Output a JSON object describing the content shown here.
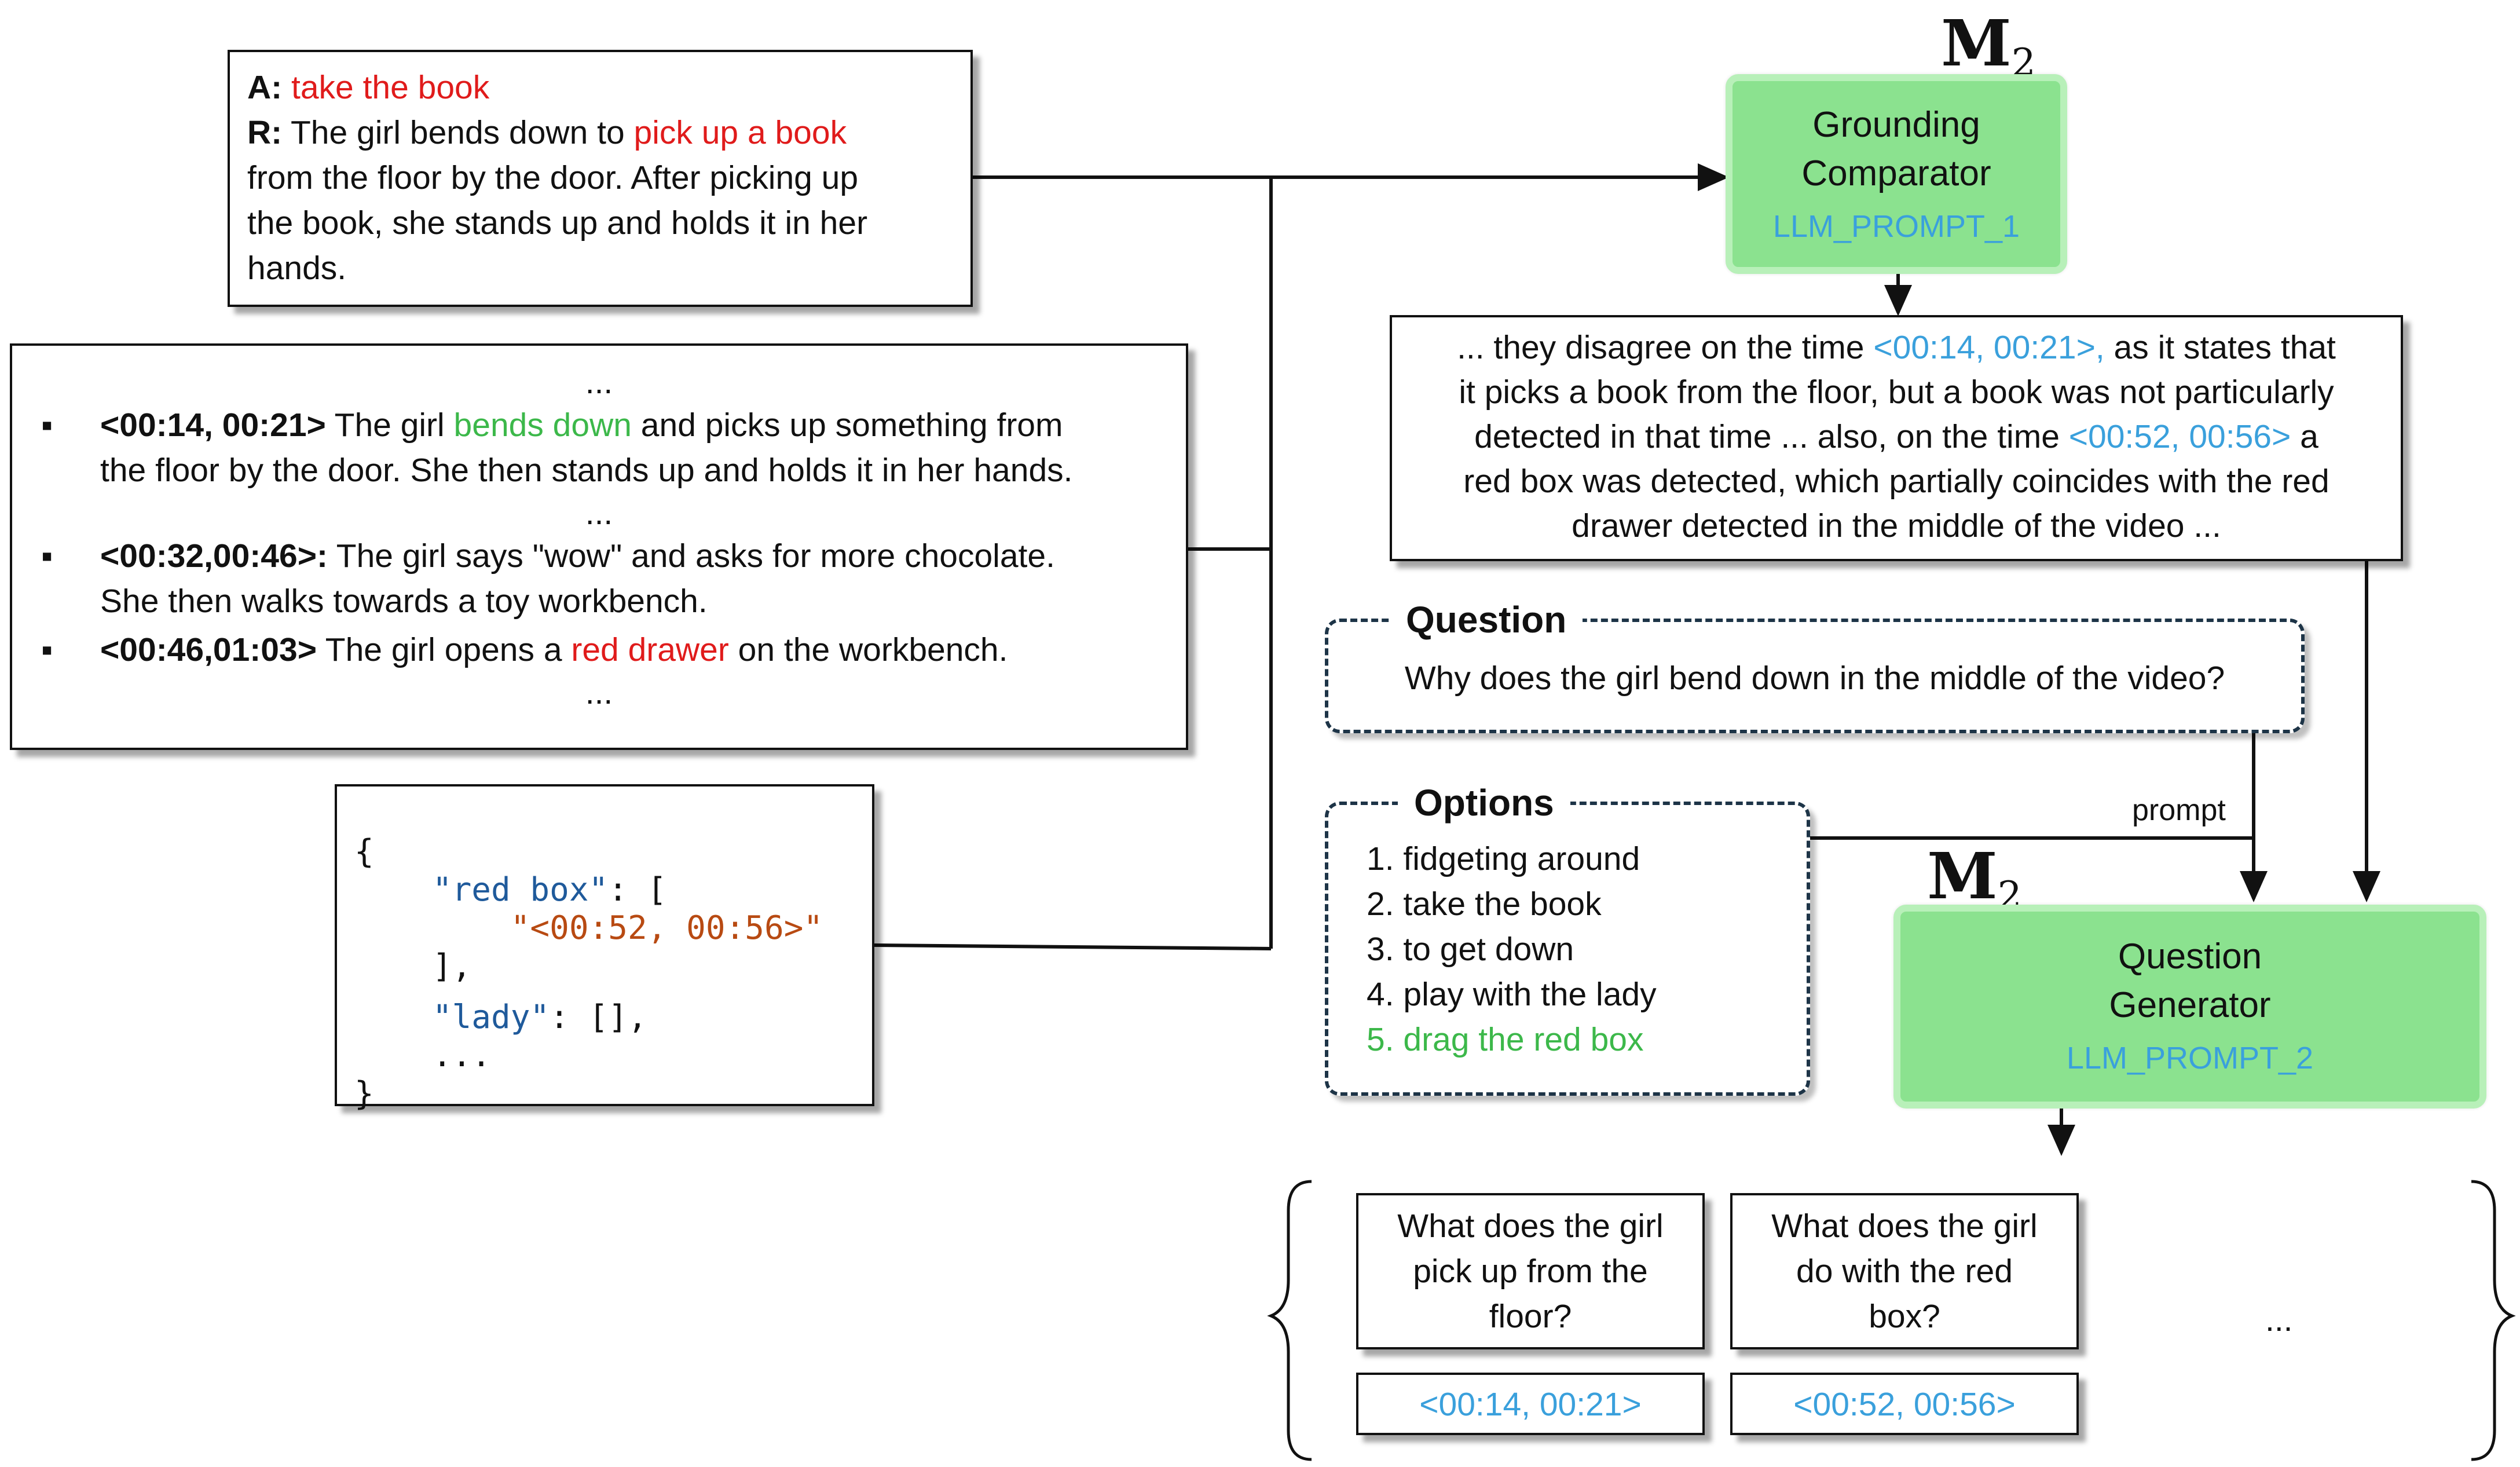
{
  "answer_box": {
    "a_label": "A:",
    "a_text": "take the book",
    "r_label": "R:",
    "r_pre": "The girl bends down to ",
    "r_highlight": "pick up a book",
    "r_line2": "from the floor by the door. After picking up",
    "r_line3": "the book, she stands up and holds it in her",
    "r_line4": "hands."
  },
  "captions_box": {
    "ellipsis": "...",
    "item1_time": "<00:14, 00:21>",
    "item1_pre": " The girl ",
    "item1_highlight": "bends down",
    "item1_post": " and picks up something from",
    "item1_line2": "the floor by the door. She then stands up and holds it in her hands.",
    "item2_time": "<00:32,00:46>:",
    "item2_text": " The girl says \"wow\" and asks for more chocolate.",
    "item2_line2": "She then walks towards a toy workbench.",
    "item3_time": "<00:46,01:03>",
    "item3_pre": " The girl opens a ",
    "item3_highlight": "red drawer",
    "item3_post": " on the workbench."
  },
  "json_box": {
    "open_brace": "{",
    "key1": "\"red box\"",
    "after_key1": ": [",
    "val1": "\"<00:52, 00:56>\"",
    "close_bracket": "],",
    "key2": "\"lady\"",
    "after_key2": ": [],",
    "dots": "...",
    "close_brace": "}"
  },
  "grounding_comparator": {
    "model": "M",
    "model_sub": "2",
    "title_line1": "Grounding",
    "title_line2": "Comparator",
    "prompt": "LLM_PROMPT_1"
  },
  "comparator_output": {
    "l1_pre": "... they disagree on the time ",
    "l1_time": "<00:14, 00:21>,",
    "l1_post": " as it states that",
    "l2": "it picks a book from the floor, but a book was not particularly",
    "l3_pre": "detected in that time ... also, on the time ",
    "l3_time": "<00:52, 00:56>",
    "l3_post": " a",
    "l4": "red box was detected, which partially coincides with the red",
    "l5": "drawer detected in the middle of the video ..."
  },
  "question": {
    "title": "Question",
    "text": "Why does the girl bend down in the middle of the video?"
  },
  "options": {
    "title": "Options",
    "items": [
      "1.  fidgeting around",
      "2.  take the book",
      "3.  to get down",
      "4.  play with the lady",
      "5.  drag the red box"
    ]
  },
  "prompt_label": "prompt",
  "question_generator": {
    "model": "M",
    "model_sub": "2",
    "title_line1": "Question",
    "title_line2": "Generator",
    "prompt": "LLM_PROMPT_2"
  },
  "outputs": {
    "q1_line1": "What does the girl",
    "q1_line2": "pick up from the",
    "q1_line3": "floor?",
    "q1_time": "<00:14, 00:21>",
    "q2_line1": "What does the girl",
    "q2_line2": "do with the red",
    "q2_line3": "box?",
    "q2_time": "<00:52, 00:56>",
    "more": "..."
  },
  "colors": {
    "highlight_red": "#e01b1b",
    "highlight_green": "#3cb84a",
    "time_blue": "#3aa0dc",
    "module_green": "#8be28f"
  }
}
